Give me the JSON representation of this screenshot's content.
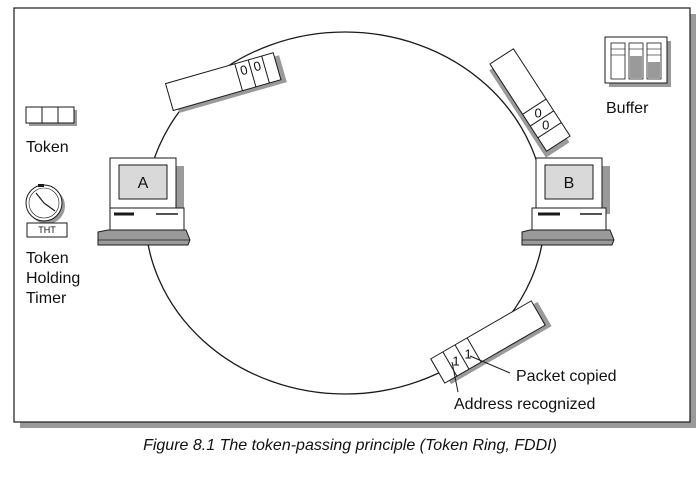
{
  "legend": {
    "token_label": "Token",
    "timer_badge": "THT",
    "timer_label_line1": "Token",
    "timer_label_line2": "Holding",
    "timer_label_line3": "Timer",
    "buffer_label": "Buffer"
  },
  "stations": {
    "a_label": "A",
    "b_label": "B"
  },
  "frames": {
    "top_bits": [
      "0",
      "0"
    ],
    "right_bits": [
      "0",
      "0"
    ],
    "bottom_bits": [
      "1",
      "1"
    ]
  },
  "annotations": {
    "packet_copied": "Packet copied",
    "address_recognized": "Address recognized"
  },
  "caption": "Figure 8.1  The token-passing principle (Token Ring, FDDI)",
  "colors": {
    "shadow": "#9a9a9a",
    "outline": "#1a1a1a",
    "screen": "#d9d9d9",
    "body": "#ffffff"
  },
  "icons": [
    "clock-icon",
    "buffer-icon",
    "computer-icon",
    "token-icon"
  ]
}
